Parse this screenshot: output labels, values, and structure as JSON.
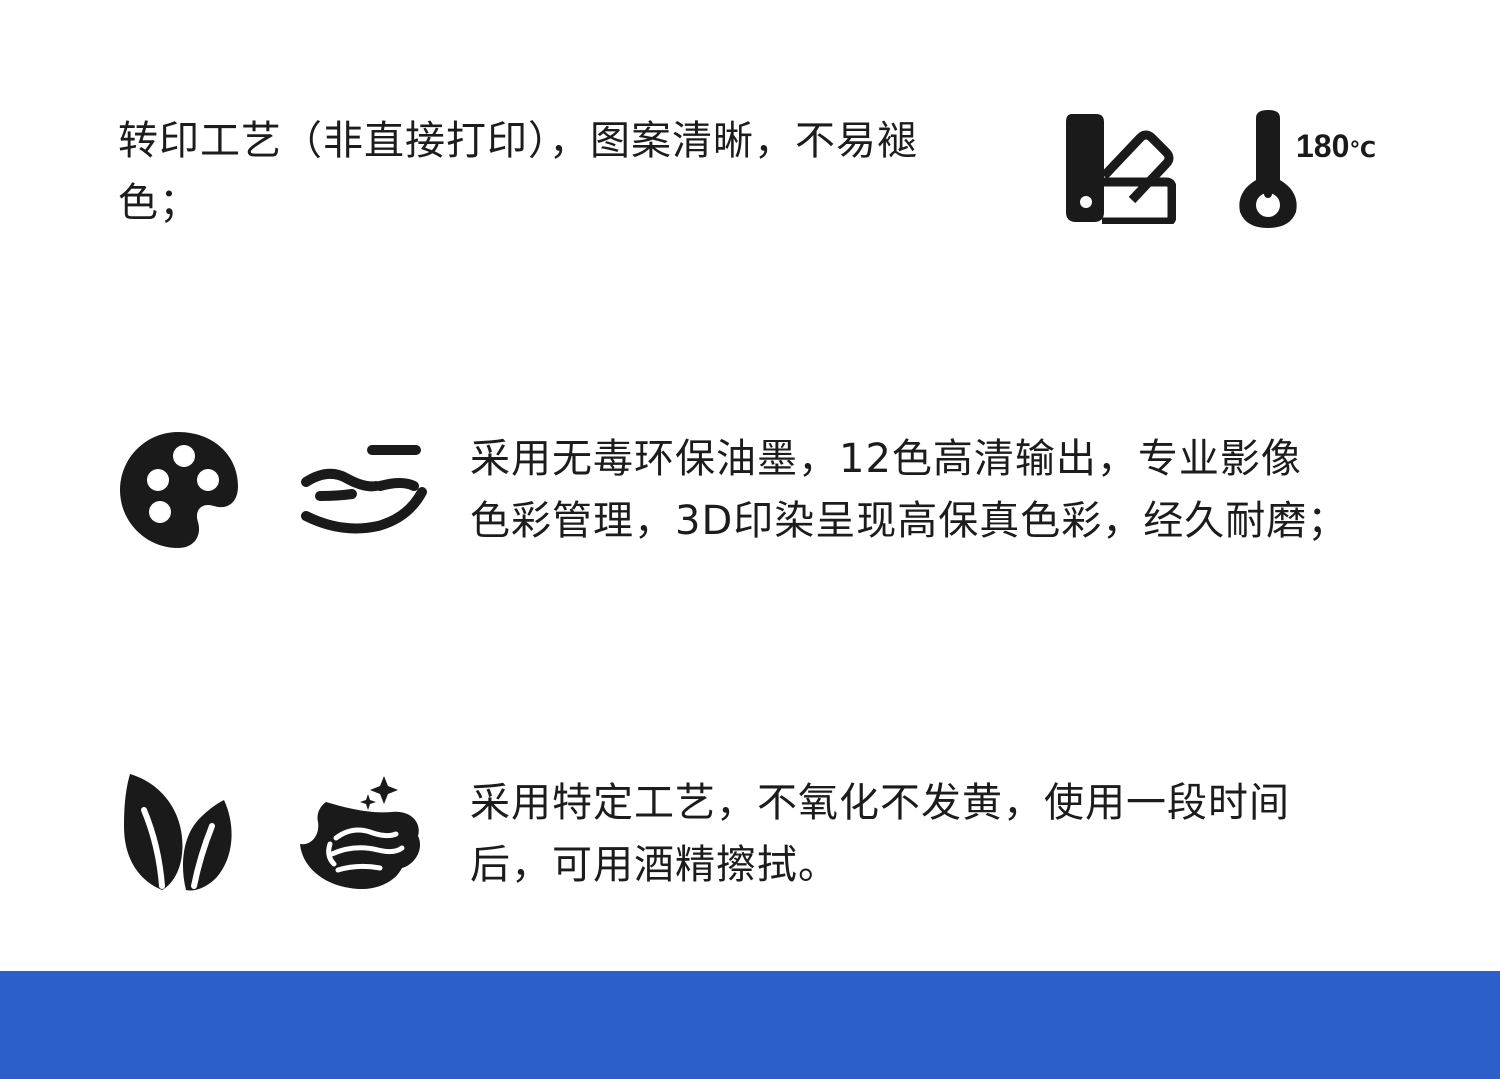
{
  "features": [
    {
      "lines": [
        "转印工艺（非直接打印），图案清晰，不易褪",
        "色；"
      ],
      "icons": [
        "color-swatch-icon",
        "thermometer-icon"
      ],
      "temperature": "180",
      "temperature_unit": "℃"
    },
    {
      "lines": [
        "采用无毒环保油墨，12色高清输出，专业影像",
        "色彩管理，3D印染呈现高保真色彩，经久耐磨；"
      ],
      "icons": [
        "palette-icon",
        "hand-care-icon"
      ]
    },
    {
      "lines": [
        "采用特定工艺，不氧化不发黄，使用一段时间",
        "后，可用酒精擦拭。"
      ],
      "icons": [
        "leaf-icon",
        "wipe-clean-icon"
      ]
    }
  ],
  "colors": {
    "text": "#1c1c1c",
    "icon": "#1a1a1a",
    "band": "#2d5fcb",
    "background": "#ffffff"
  }
}
